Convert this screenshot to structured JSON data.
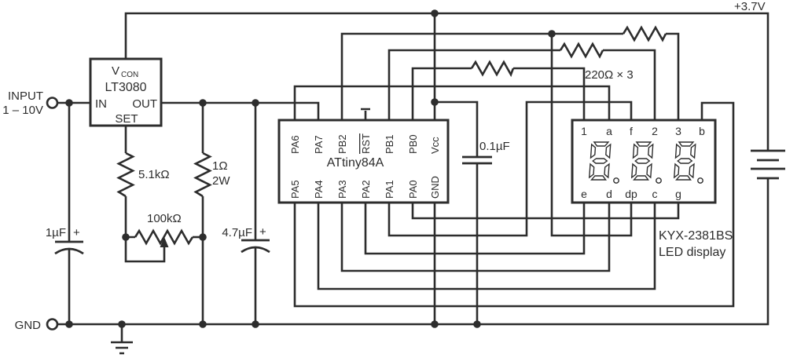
{
  "schematic": {
    "battery_label": "+3.7V",
    "input_label_1": "INPUT",
    "input_label_2": "1 – 10V",
    "gnd_label": "GND",
    "regulator": {
      "name": "LT3080",
      "pin_vcon_v": "V",
      "pin_vcon_sub": "CON",
      "pin_in": "IN",
      "pin_out": "OUT",
      "pin_set": "SET"
    },
    "mcu": {
      "name": "ATtiny84A",
      "top_pins": [
        "PA6",
        "PA7",
        "PB2",
        "RST",
        "PB1",
        "PB0",
        "Vcc"
      ],
      "bottom_pins": [
        "PA5",
        "PA4",
        "PA3",
        "PA2",
        "PA1",
        "PA0",
        "GND"
      ]
    },
    "display": {
      "part": "KYX-2381BS",
      "caption": "LED display",
      "top_pins": [
        "1",
        "a",
        "f",
        "2",
        "3",
        "b"
      ],
      "bottom_pins": [
        "e",
        "d",
        "dp",
        "c",
        "g"
      ]
    },
    "values": {
      "r_set": "5.1kΩ",
      "r_load": "1Ω",
      "r_load_power": "2W",
      "pot": "100kΩ",
      "r_segment": "220Ω × 3",
      "c_in": "1µF",
      "c_out": "4.7µF",
      "c_bypass": "0.1µF",
      "plus": "+"
    }
  }
}
